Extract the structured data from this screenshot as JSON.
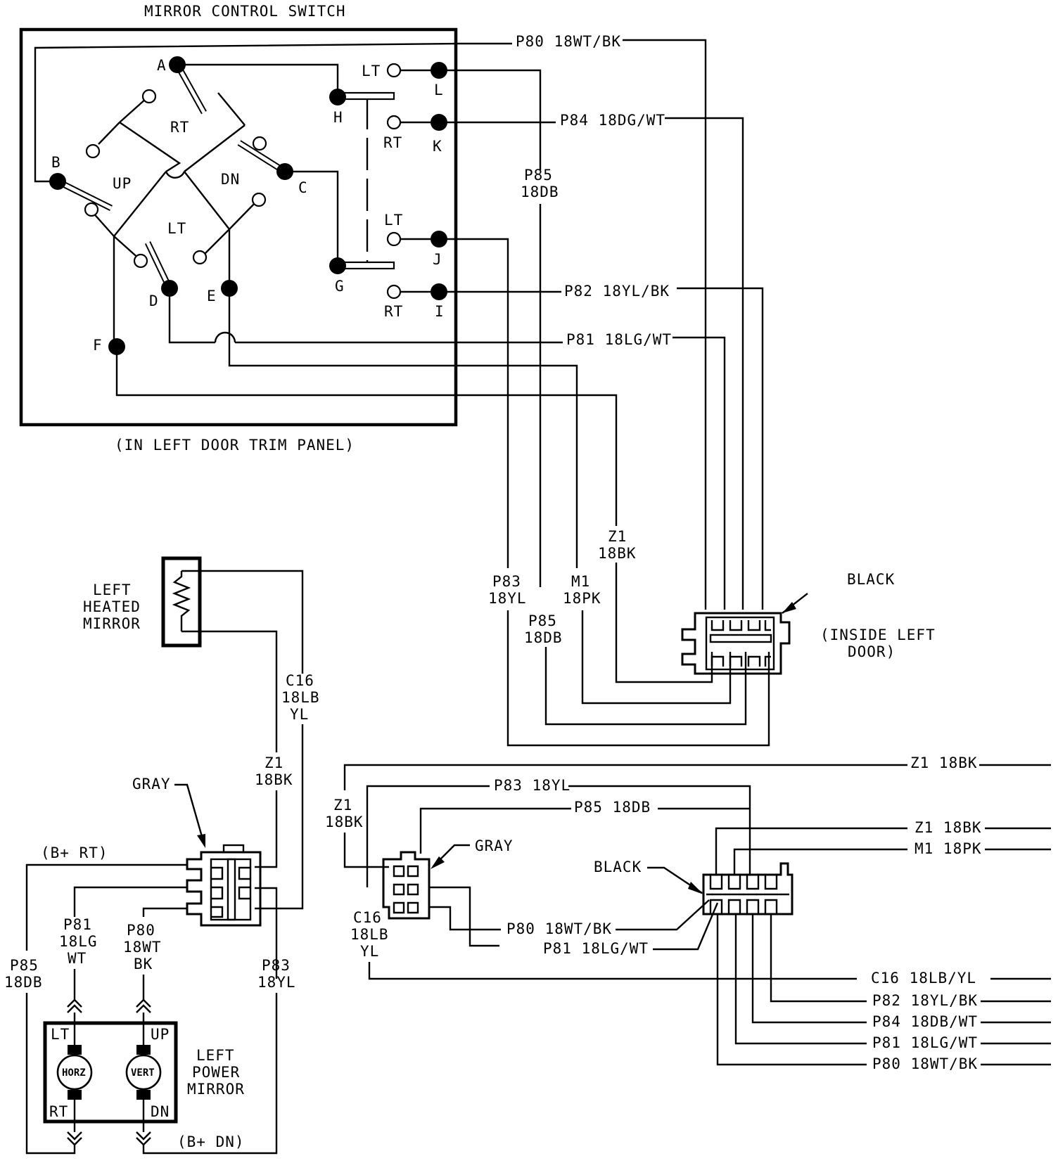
{
  "switch": {
    "title": "MIRROR CONTROL SWITCH",
    "location": "(IN LEFT DOOR TRIM PANEL)",
    "terminals": [
      "A",
      "B",
      "C",
      "D",
      "E",
      "F",
      "G",
      "H",
      "I",
      "J",
      "K",
      "L"
    ],
    "positions": {
      "rt": "RT",
      "up": "UP",
      "dn": "DN",
      "lt": "LT"
    },
    "contacts": {
      "lt_l": "LT",
      "rt_k": "RT",
      "lt_j": "LT",
      "rt_i": "RT"
    }
  },
  "wires_top": {
    "p80": "P80  18WT/BK",
    "p84": "P84  18DG/WT",
    "p82": "P82  18YL/BK",
    "p81": "P81  18LG/WT",
    "p85_a": [
      "P85",
      "18DB"
    ],
    "p85_b": [
      "P85",
      "18DB"
    ],
    "z1": [
      "Z1",
      "18BK"
    ],
    "p83": [
      "P83",
      "18YL"
    ],
    "m1": [
      "M1",
      "18PK"
    ]
  },
  "connector_top": {
    "color": "BLACK",
    "location": [
      "(INSIDE LEFT",
      "DOOR)"
    ]
  },
  "heated_mirror": {
    "label": [
      "LEFT",
      "HEATED",
      "MIRROR"
    ],
    "c16": [
      "C16",
      "18LB",
      "YL"
    ],
    "z1": [
      "Z1",
      "18BK"
    ]
  },
  "gray_connector_left": {
    "color": "GRAY",
    "b_rt": "(B+ RT)",
    "p81": [
      "P81",
      "18LG",
      "WT"
    ],
    "p80": [
      "P80",
      "18WT",
      "BK"
    ],
    "p85": [
      "P85",
      "18DB"
    ],
    "p83": [
      "P83",
      "18YL"
    ]
  },
  "power_mirror": {
    "label": [
      "LEFT",
      "POWER",
      "MIRROR"
    ],
    "lt": "LT",
    "up": "UP",
    "rt": "RT",
    "dn": "DN",
    "horz": "HORZ",
    "vert": "VERT",
    "b_dn": "(B+ DN)"
  },
  "bottom_right": {
    "z1_top": "Z1  18BK",
    "z1_left": [
      "Z1",
      "18BK"
    ],
    "p83": "P83  18YL",
    "p85": "P85  18DB",
    "gray": "GRAY",
    "black": "BLACK",
    "z1_mid": "Z1  18BK",
    "m1": "M1  18PK",
    "c16_left": [
      "C16",
      "18LB",
      "YL"
    ],
    "p80": "P80  18WT/BK",
    "p81": "P81  18LG/WT",
    "c16": "C16  18LB/YL",
    "p82": "P82  18YL/BK",
    "p84": "P84  18DB/WT",
    "p81_b": "P81  18LG/WT",
    "p80_b": "P80  18WT/BK"
  }
}
